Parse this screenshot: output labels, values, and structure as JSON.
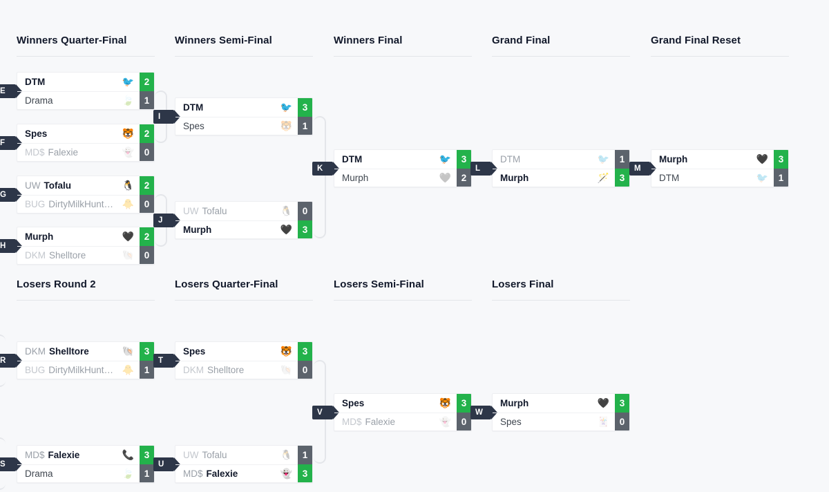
{
  "colors": {
    "background": "#f7f8fa",
    "card": "#ffffff",
    "win_score": "#23b24b",
    "lose_score": "#5c636c",
    "label_badge": "#2d3648",
    "connector": "#e4e6ea",
    "heading_text": "#11182a"
  },
  "rounds": [
    {
      "id": "winners-quarter-final",
      "title": "Winners Quarter-Final"
    },
    {
      "id": "winners-semi-final",
      "title": "Winners Semi-Final"
    },
    {
      "id": "winners-final",
      "title": "Winners Final"
    },
    {
      "id": "grand-final",
      "title": "Grand Final"
    },
    {
      "id": "grand-final-reset",
      "title": "Grand Final Reset"
    },
    {
      "id": "losers-round-2",
      "title": "Losers Round 2"
    },
    {
      "id": "losers-quarter-final",
      "title": "Losers Quarter-Final"
    },
    {
      "id": "losers-semi-final",
      "title": "Losers Semi-Final"
    },
    {
      "id": "losers-final",
      "title": "Losers Final"
    }
  ],
  "matches": {
    "E": {
      "label": "E",
      "top": {
        "tag": "",
        "nick": "DTM",
        "avatar": "bird-avatar",
        "score": "2",
        "result": "win"
      },
      "bottom": {
        "tag": "",
        "nick": "Drama",
        "avatar": "leaf-avatar",
        "score": "1",
        "result": "lose"
      }
    },
    "F": {
      "label": "F",
      "top": {
        "tag": "",
        "nick": "Spes",
        "avatar": "tiger-avatar",
        "score": "2",
        "result": "win"
      },
      "bottom": {
        "tag": "MD$",
        "nick": "Falexie",
        "avatar": "ghost-avatar",
        "score": "0",
        "result": "lose"
      }
    },
    "G": {
      "label": "G",
      "top": {
        "tag": "UW",
        "nick": "Tofalu",
        "avatar": "penguin-avatar",
        "score": "2",
        "result": "win"
      },
      "bottom": {
        "tag": "BUG",
        "nick": "DirtyMilkHunt…",
        "avatar": "chick-avatar",
        "score": "0",
        "result": "lose"
      }
    },
    "H": {
      "label": "H",
      "top": {
        "tag": "",
        "nick": "Murph",
        "avatar": "blackheart-avatar",
        "score": "2",
        "result": "win"
      },
      "bottom": {
        "tag": "DKM",
        "nick": "Shelltore",
        "avatar": "shell-avatar",
        "score": "0",
        "result": "lose"
      }
    },
    "I": {
      "label": "I",
      "top": {
        "tag": "",
        "nick": "DTM",
        "avatar": "bird-avatar",
        "score": "3",
        "result": "win"
      },
      "bottom": {
        "tag": "",
        "nick": "Spes",
        "avatar": "tiger-avatar",
        "score": "1",
        "result": "lose"
      }
    },
    "J": {
      "label": "J",
      "top": {
        "tag": "UW",
        "nick": "Tofalu",
        "avatar": "penguin-avatar",
        "score": "0",
        "result": "lose"
      },
      "bottom": {
        "tag": "",
        "nick": "Murph",
        "avatar": "blackheart-avatar",
        "score": "3",
        "result": "win"
      }
    },
    "K": {
      "label": "K",
      "top": {
        "tag": "",
        "nick": "DTM",
        "avatar": "bird-avatar",
        "score": "3",
        "result": "win"
      },
      "bottom": {
        "tag": "",
        "nick": "Murph",
        "avatar": "blackheart-avatar",
        "score": "2",
        "result": "lose"
      }
    },
    "L": {
      "label": "L",
      "top": {
        "tag": "",
        "nick": "DTM",
        "avatar": "bird-avatar",
        "score": "1",
        "result": "lose"
      },
      "bottom": {
        "tag": "",
        "nick": "Murph",
        "avatar": "wand-avatar",
        "score": "3",
        "result": "win"
      }
    },
    "M": {
      "label": "M",
      "top": {
        "tag": "",
        "nick": "Murph",
        "avatar": "blackheart-avatar",
        "score": "3",
        "result": "win"
      },
      "bottom": {
        "tag": "",
        "nick": "DTM",
        "avatar": "bird-avatar",
        "score": "1",
        "result": "lose"
      }
    },
    "R": {
      "label": "R",
      "top": {
        "tag": "DKM",
        "nick": "Shelltore",
        "avatar": "shell-avatar",
        "score": "3",
        "result": "win"
      },
      "bottom": {
        "tag": "BUG",
        "nick": "DirtyMilkHunt…",
        "avatar": "chick-avatar",
        "score": "1",
        "result": "lose"
      }
    },
    "S": {
      "label": "S",
      "top": {
        "tag": "MD$",
        "nick": "Falexie",
        "avatar": "phone-avatar",
        "score": "3",
        "result": "win"
      },
      "bottom": {
        "tag": "",
        "nick": "Drama",
        "avatar": "leaf-avatar",
        "score": "1",
        "result": "lose"
      }
    },
    "T": {
      "label": "T",
      "top": {
        "tag": "",
        "nick": "Spes",
        "avatar": "tiger-avatar",
        "score": "3",
        "result": "win"
      },
      "bottom": {
        "tag": "DKM",
        "nick": "Shelltore",
        "avatar": "shell-avatar",
        "score": "0",
        "result": "lose"
      }
    },
    "U": {
      "label": "U",
      "top": {
        "tag": "UW",
        "nick": "Tofalu",
        "avatar": "penguin-avatar",
        "score": "1",
        "result": "lose"
      },
      "bottom": {
        "tag": "MD$",
        "nick": "Falexie",
        "avatar": "ghost-avatar",
        "score": "3",
        "result": "win"
      }
    },
    "V": {
      "label": "V",
      "top": {
        "tag": "",
        "nick": "Spes",
        "avatar": "tiger-avatar",
        "score": "3",
        "result": "win"
      },
      "bottom": {
        "tag": "MD$",
        "nick": "Falexie",
        "avatar": "ghost-avatar",
        "score": "0",
        "result": "lose"
      }
    },
    "W": {
      "label": "W",
      "top": {
        "tag": "",
        "nick": "Murph",
        "avatar": "blackheart-avatar",
        "score": "3",
        "result": "win"
      },
      "bottom": {
        "tag": "",
        "nick": "Spes",
        "avatar": "cards-avatar",
        "score": "0",
        "result": "lose"
      }
    }
  },
  "avatar_glyphs": {
    "bird-avatar": "🐦",
    "leaf-avatar": "🍃",
    "tiger-avatar": "🐯",
    "ghost-avatar": "👻",
    "penguin-avatar": "🐧",
    "chick-avatar": "🐥",
    "blackheart-avatar": "🖤",
    "shell-avatar": "🐚",
    "wand-avatar": "🪄",
    "phone-avatar": "📞",
    "cards-avatar": "🃏"
  }
}
